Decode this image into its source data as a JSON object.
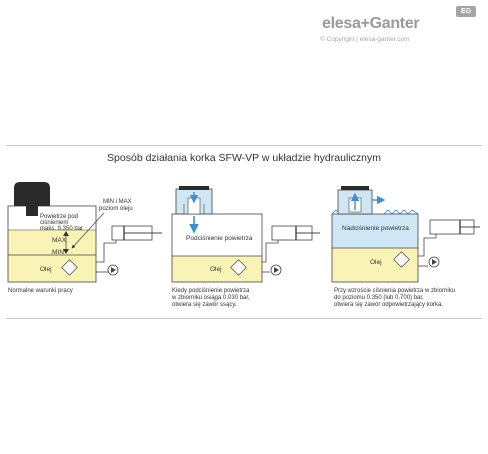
{
  "brand": {
    "name": "elesa+Ganter",
    "copyright": "© Copyright | elesa-ganter.com",
    "badge": "EG"
  },
  "title": "Sposób działania korka SFW-VP w układzie hydraulicznym",
  "panel1": {
    "air_label": [
      "Powietrze pod",
      "ciśnieniem",
      "maks. 0.350 bar"
    ],
    "callout": [
      "MIN i MAX",
      "poziom oleju"
    ],
    "max_label": "MAX",
    "min_label": "MIN",
    "oil_label": "Olej",
    "caption": [
      "Normalne warunki pracy"
    ]
  },
  "panel2": {
    "vacuum_label": "Podciśnienie powietrza",
    "oil_label": "Olej",
    "caption": [
      "Kiedy podciśnienie powietrza",
      "w zbiorniku osiąga 0.030 bar,",
      "otwiera się zawór ssący."
    ]
  },
  "panel3": {
    "overpressure_label": "Nadciśnienie powietrza",
    "oil_label": "Olej",
    "caption": [
      "Przy wzroście ciśnienia powietrza w zbiorniku",
      "do poziomu 0.350 (lub 0.700) bar,",
      "otwiera się zawór odpowietrzający korka."
    ]
  },
  "colors": {
    "oil": "#faf3b6",
    "air_blue": "#cfe6f5",
    "arrow_blue": "#3f8fd2",
    "cap_dark": "#2a2a2a"
  }
}
